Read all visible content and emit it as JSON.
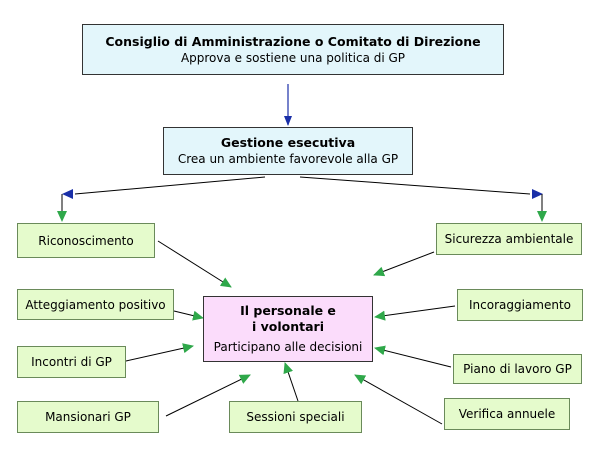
{
  "top": {
    "title": "Consiglio di Amministrazione o Comitato di Direzione",
    "subtitle": "Approva e sostiene una politica di GP"
  },
  "exec": {
    "title": "Gestione esecutiva",
    "subtitle": "Crea un ambiente favorevole alla GP"
  },
  "center": {
    "title_line1": "Il personale e",
    "title_line2": "i volontari",
    "subtitle": "Participano alle decisioni"
  },
  "left_nodes": [
    "Riconoscimento",
    "Atteggiamento positivo",
    "Incontri di GP",
    "Mansionari GP"
  ],
  "right_nodes": [
    "Sicurezza ambientale",
    "Incoraggiamento",
    "Piano di lavoro GP",
    "Verifica annuele"
  ],
  "bottom_node": "Sessioni speciali",
  "colors": {
    "blue_arrow": "#1a2fa8",
    "green_arrow": "#2fa84a",
    "line": "#000000"
  }
}
